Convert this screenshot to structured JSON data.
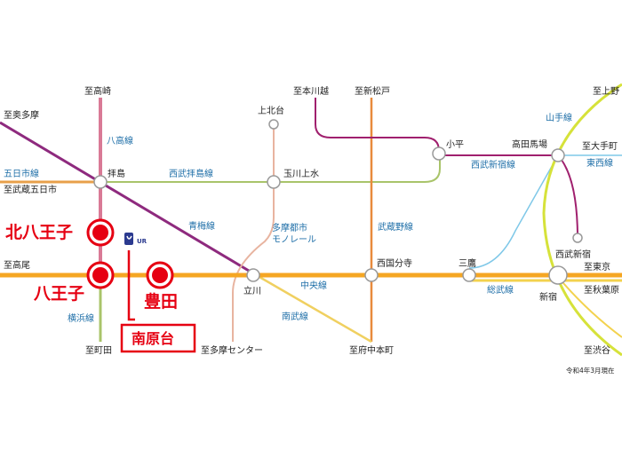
{
  "lines": {
    "hachiko": "八高線",
    "itsukaichi": "五日市線",
    "seibu_haijima": "西武拝島線",
    "ome": "青梅線",
    "tama_monorail": "多摩都市\nモノレール",
    "musashino": "武蔵野線",
    "chuo": "中央線",
    "nambu": "南武線",
    "sobu": "総武線",
    "yokohama": "横浜線",
    "seibu_shinjuku": "西武新宿線",
    "yamanote": "山手線",
    "tozai": "東西線"
  },
  "stations": {
    "to_takasaki": "至高崎",
    "to_okutama": "至奥多摩",
    "to_kawagoe": "至本川越",
    "to_shinmatsudo": "至新松戸",
    "to_ueno": "至上野",
    "kamikitadai": "上北台",
    "kodaira": "小平",
    "takadanobaba": "高田馬場",
    "to_otemachi": "至大手町",
    "haijima": "拝島",
    "tamagawajosui": "玉川上水",
    "to_musashiitsukaichi": "至武蔵五日市",
    "seibu_shinjuku_stn": "西武新宿",
    "to_takao": "至高尾",
    "tachikawa": "立川",
    "kokubunji": "西国分寺",
    "mitaka": "三鷹",
    "shinjuku": "新宿",
    "to_tokyo": "至東京",
    "to_akihabara": "至秋葉原",
    "to_machida": "至町田",
    "to_tamacenter": "至多摩センター",
    "to_fuchuhonmachi": "至府中本町",
    "to_shibuya": "至渋谷"
  },
  "highlights": {
    "kitahachioji": "北八王子",
    "hachioji": "八王子",
    "toyoda": "豊田",
    "minamihara": "南原台",
    "ur_logo": "UR"
  },
  "note": "令和4年3月現在",
  "colors": {
    "chuo": "#f5a623",
    "hachiko": "#d97a96",
    "ome": "#8e2a7e",
    "seibu_haijima": "#a9c46a",
    "monorail": "#e8b4a0",
    "musashino": "#e88a3c",
    "seibu_shinjuku": "#a0206e",
    "yamanote": "#b7d432",
    "sobu": "#7fc8e8",
    "nambu": "#f0d060",
    "accent": "#e60012"
  }
}
